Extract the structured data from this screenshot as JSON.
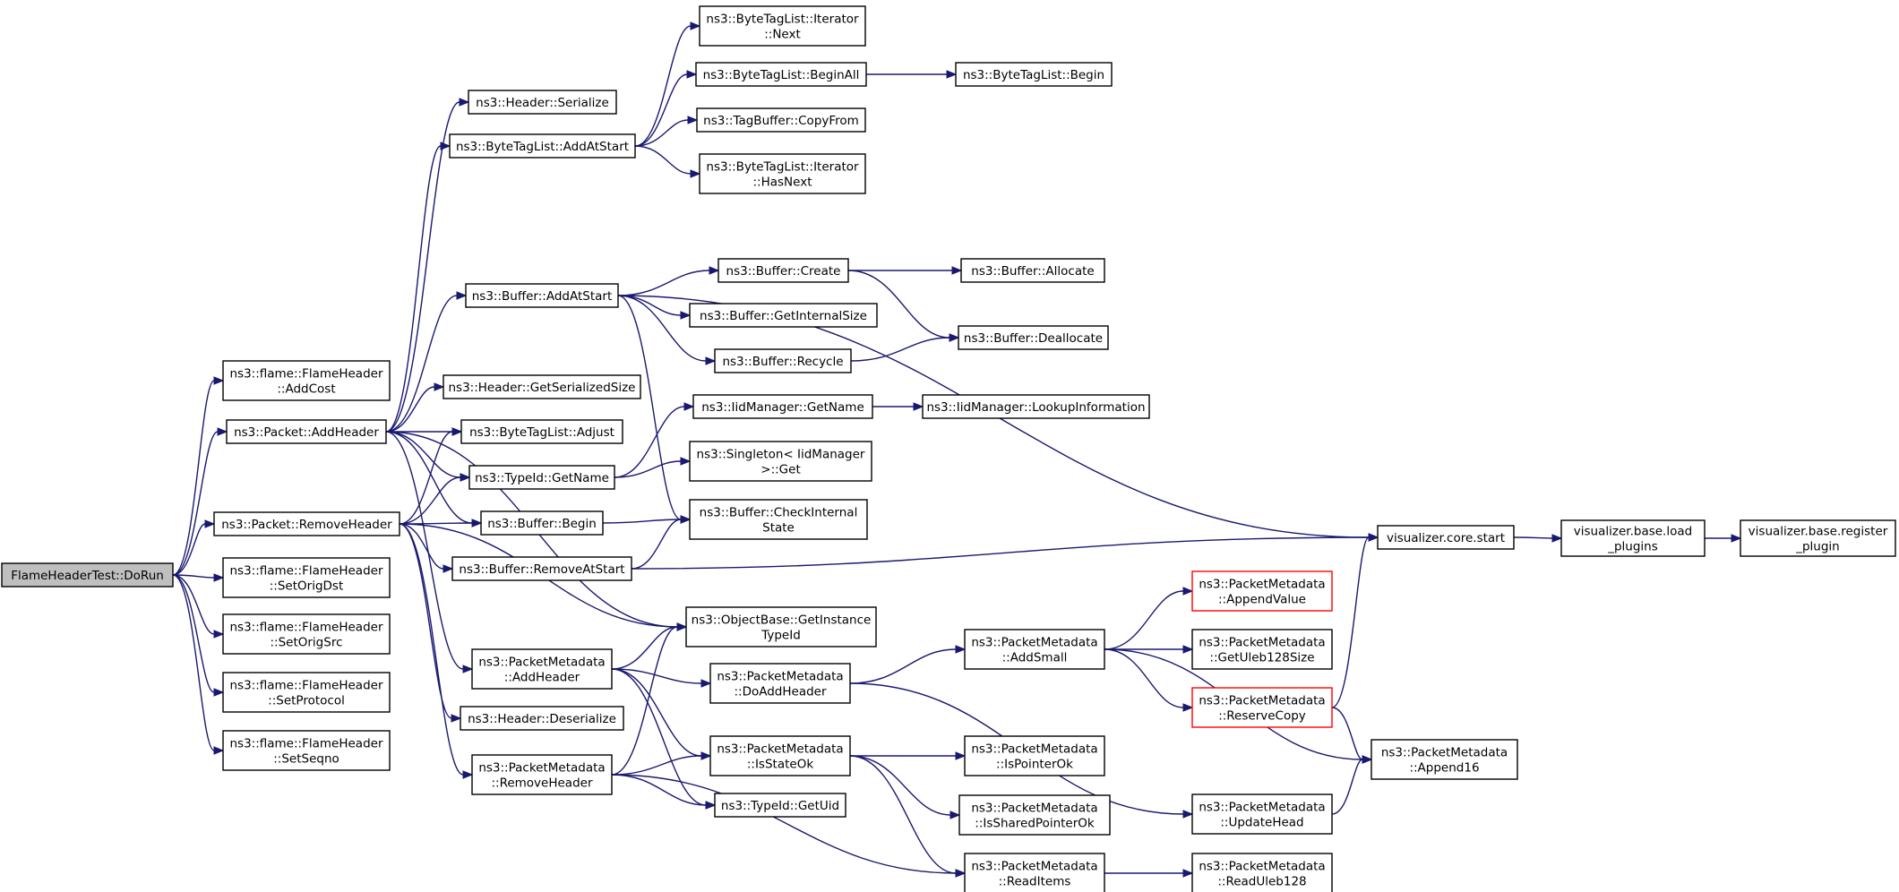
{
  "graph": {
    "colors": {
      "edge": "#191970",
      "node_border": "#000000",
      "root_fill": "#bfbfbf",
      "truncated_border": "#ff0000"
    },
    "nodes": [
      {
        "id": "doRun",
        "lines": [
          "FlameHeaderTest::DoRun"
        ],
        "root": true
      },
      {
        "id": "fhAddCost",
        "lines": [
          "ns3::flame::FlameHeader",
          "::AddCost"
        ]
      },
      {
        "id": "pktAddHeader",
        "lines": [
          "ns3::Packet::AddHeader"
        ]
      },
      {
        "id": "pktRemoveHeader",
        "lines": [
          "ns3::Packet::RemoveHeader"
        ]
      },
      {
        "id": "fhSetOrigDst",
        "lines": [
          "ns3::flame::FlameHeader",
          "::SetOrigDst"
        ]
      },
      {
        "id": "fhSetOrigSrc",
        "lines": [
          "ns3::flame::FlameHeader",
          "::SetOrigSrc"
        ]
      },
      {
        "id": "fhSetProtocol",
        "lines": [
          "ns3::flame::FlameHeader",
          "::SetProtocol"
        ]
      },
      {
        "id": "fhSetSeqno",
        "lines": [
          "ns3::flame::FlameHeader",
          "::SetSeqno"
        ]
      },
      {
        "id": "hdrSerialize",
        "lines": [
          "ns3::Header::Serialize"
        ]
      },
      {
        "id": "btlAddAtStart",
        "lines": [
          "ns3::ByteTagList::AddAtStart"
        ]
      },
      {
        "id": "bufAddAtStart",
        "lines": [
          "ns3::Buffer::AddAtStart"
        ]
      },
      {
        "id": "hdrGetSerializedSize",
        "lines": [
          "ns3::Header::GetSerializedSize"
        ]
      },
      {
        "id": "btlAdjust",
        "lines": [
          "ns3::ByteTagList::Adjust"
        ]
      },
      {
        "id": "tidGetName",
        "lines": [
          "ns3::TypeId::GetName"
        ]
      },
      {
        "id": "bufBegin",
        "lines": [
          "ns3::Buffer::Begin"
        ]
      },
      {
        "id": "bufRemoveAtStart",
        "lines": [
          "ns3::Buffer::RemoveAtStart"
        ]
      },
      {
        "id": "pmAddHeader",
        "lines": [
          "ns3::PacketMetadata",
          "::AddHeader"
        ]
      },
      {
        "id": "hdrDeserialize",
        "lines": [
          "ns3::Header::Deserialize"
        ]
      },
      {
        "id": "pmRemoveHeader",
        "lines": [
          "ns3::PacketMetadata",
          "::RemoveHeader"
        ]
      },
      {
        "id": "btlItNext",
        "lines": [
          "ns3::ByteTagList::Iterator",
          "::Next"
        ]
      },
      {
        "id": "btlBeginAll",
        "lines": [
          "ns3::ByteTagList::BeginAll"
        ]
      },
      {
        "id": "tbCopyFrom",
        "lines": [
          "ns3::TagBuffer::CopyFrom"
        ]
      },
      {
        "id": "btlItHasNext",
        "lines": [
          "ns3::ByteTagList::Iterator",
          "::HasNext"
        ]
      },
      {
        "id": "btlBegin",
        "lines": [
          "ns3::ByteTagList::Begin"
        ]
      },
      {
        "id": "bufCreate",
        "lines": [
          "ns3::Buffer::Create"
        ]
      },
      {
        "id": "bufGetInternalSize",
        "lines": [
          "ns3::Buffer::GetInternalSize"
        ]
      },
      {
        "id": "bufRecycle",
        "lines": [
          "ns3::Buffer::Recycle"
        ]
      },
      {
        "id": "bufAllocate",
        "lines": [
          "ns3::Buffer::Allocate"
        ]
      },
      {
        "id": "bufDeallocate",
        "lines": [
          "ns3::Buffer::Deallocate"
        ]
      },
      {
        "id": "iidGetName",
        "lines": [
          "ns3::IidManager::GetName"
        ]
      },
      {
        "id": "iidLookup",
        "lines": [
          "ns3::IidManager::LookupInformation"
        ]
      },
      {
        "id": "singletonGet",
        "lines": [
          "ns3::Singleton< IidManager",
          ">::Get"
        ]
      },
      {
        "id": "bufCheckInternalState",
        "lines": [
          "ns3::Buffer::CheckInternal",
          "State"
        ]
      },
      {
        "id": "objGetInstanceTypeId",
        "lines": [
          "ns3::ObjectBase::GetInstance",
          "TypeId"
        ]
      },
      {
        "id": "pmDoAddHeader",
        "lines": [
          "ns3::PacketMetadata",
          "::DoAddHeader"
        ]
      },
      {
        "id": "pmIsStateOk",
        "lines": [
          "ns3::PacketMetadata",
          "::IsStateOk"
        ]
      },
      {
        "id": "tidGetUid",
        "lines": [
          "ns3::TypeId::GetUid"
        ]
      },
      {
        "id": "pmAddSmall",
        "lines": [
          "ns3::PacketMetadata",
          "::AddSmall"
        ]
      },
      {
        "id": "pmIsPointerOk",
        "lines": [
          "ns3::PacketMetadata",
          "::IsPointerOk"
        ]
      },
      {
        "id": "pmIsSharedPointerOk",
        "lines": [
          "ns3::PacketMetadata",
          "::IsSharedPointerOk"
        ]
      },
      {
        "id": "pmReadItems",
        "lines": [
          "ns3::PacketMetadata",
          "::ReadItems"
        ]
      },
      {
        "id": "pmAppendValue",
        "lines": [
          "ns3::PacketMetadata",
          "::AppendValue"
        ],
        "truncated": true
      },
      {
        "id": "pmGetUleb128Size",
        "lines": [
          "ns3::PacketMetadata",
          "::GetUleb128Size"
        ]
      },
      {
        "id": "pmReserveCopy",
        "lines": [
          "ns3::PacketMetadata",
          "::ReserveCopy"
        ],
        "truncated": true
      },
      {
        "id": "pmUpdateHead",
        "lines": [
          "ns3::PacketMetadata",
          "::UpdateHead"
        ]
      },
      {
        "id": "pmReadUleb128",
        "lines": [
          "ns3::PacketMetadata",
          "::ReadUleb128"
        ]
      },
      {
        "id": "pmAppend16",
        "lines": [
          "ns3::PacketMetadata",
          "::Append16"
        ]
      },
      {
        "id": "vizCoreStart",
        "lines": [
          "visualizer.core.start"
        ]
      },
      {
        "id": "vizBaseLoadPlugins",
        "lines": [
          "visualizer.base.load",
          "_plugins"
        ]
      },
      {
        "id": "vizBaseRegisterPlugin",
        "lines": [
          "visualizer.base.register",
          "_plugin"
        ]
      }
    ],
    "edges": [
      [
        "doRun",
        "fhAddCost"
      ],
      [
        "doRun",
        "pktAddHeader"
      ],
      [
        "doRun",
        "pktRemoveHeader"
      ],
      [
        "doRun",
        "fhSetOrigDst"
      ],
      [
        "doRun",
        "fhSetOrigSrc"
      ],
      [
        "doRun",
        "fhSetProtocol"
      ],
      [
        "doRun",
        "fhSetSeqno"
      ],
      [
        "pktAddHeader",
        "hdrSerialize"
      ],
      [
        "pktAddHeader",
        "btlAddAtStart"
      ],
      [
        "pktAddHeader",
        "bufAddAtStart"
      ],
      [
        "pktAddHeader",
        "hdrGetSerializedSize"
      ],
      [
        "pktAddHeader",
        "btlAdjust"
      ],
      [
        "pktAddHeader",
        "tidGetName"
      ],
      [
        "pktAddHeader",
        "bufBegin"
      ],
      [
        "pktAddHeader",
        "pmAddHeader"
      ],
      [
        "pktAddHeader",
        "objGetInstanceTypeId"
      ],
      [
        "pktRemoveHeader",
        "btlAdjust"
      ],
      [
        "pktRemoveHeader",
        "tidGetName"
      ],
      [
        "pktRemoveHeader",
        "bufBegin"
      ],
      [
        "pktRemoveHeader",
        "bufRemoveAtStart"
      ],
      [
        "pktRemoveHeader",
        "objGetInstanceTypeId"
      ],
      [
        "pktRemoveHeader",
        "hdrDeserialize"
      ],
      [
        "pktRemoveHeader",
        "pmRemoveHeader"
      ],
      [
        "btlAddAtStart",
        "btlItNext"
      ],
      [
        "btlAddAtStart",
        "btlBeginAll"
      ],
      [
        "btlAddAtStart",
        "tbCopyFrom"
      ],
      [
        "btlAddAtStart",
        "btlItHasNext"
      ],
      [
        "btlBeginAll",
        "btlBegin"
      ],
      [
        "bufAddAtStart",
        "bufCreate"
      ],
      [
        "bufAddAtStart",
        "bufGetInternalSize"
      ],
      [
        "bufAddAtStart",
        "bufRecycle"
      ],
      [
        "bufAddAtStart",
        "bufCheckInternalState"
      ],
      [
        "bufAddAtStart",
        "vizCoreStart"
      ],
      [
        "bufCreate",
        "bufAllocate"
      ],
      [
        "bufCreate",
        "bufDeallocate"
      ],
      [
        "bufRecycle",
        "bufDeallocate"
      ],
      [
        "tidGetName",
        "iidGetName"
      ],
      [
        "tidGetName",
        "singletonGet"
      ],
      [
        "iidGetName",
        "iidLookup"
      ],
      [
        "bufBegin",
        "bufCheckInternalState"
      ],
      [
        "bufRemoveAtStart",
        "bufCheckInternalState"
      ],
      [
        "bufRemoveAtStart",
        "vizCoreStart"
      ],
      [
        "pmAddHeader",
        "objGetInstanceTypeId"
      ],
      [
        "pmAddHeader",
        "pmDoAddHeader"
      ],
      [
        "pmAddHeader",
        "pmIsStateOk"
      ],
      [
        "pmAddHeader",
        "tidGetUid"
      ],
      [
        "pmRemoveHeader",
        "objGetInstanceTypeId"
      ],
      [
        "pmRemoveHeader",
        "pmIsStateOk"
      ],
      [
        "pmRemoveHeader",
        "tidGetUid"
      ],
      [
        "pmRemoveHeader",
        "pmReadItems"
      ],
      [
        "pmDoAddHeader",
        "pmAddSmall"
      ],
      [
        "pmDoAddHeader",
        "pmUpdateHead"
      ],
      [
        "pmIsStateOk",
        "pmIsPointerOk"
      ],
      [
        "pmIsStateOk",
        "pmIsSharedPointerOk"
      ],
      [
        "pmIsStateOk",
        "pmReadItems"
      ],
      [
        "pmAddSmall",
        "pmAppendValue"
      ],
      [
        "pmAddSmall",
        "pmGetUleb128Size"
      ],
      [
        "pmAddSmall",
        "pmReserveCopy"
      ],
      [
        "pmAddSmall",
        "pmAppend16"
      ],
      [
        "pmReserveCopy",
        "vizCoreStart"
      ],
      [
        "pmReserveCopy",
        "pmAppend16"
      ],
      [
        "pmUpdateHead",
        "pmAppend16"
      ],
      [
        "pmReadItems",
        "pmReadUleb128"
      ],
      [
        "vizCoreStart",
        "vizBaseLoadPlugins"
      ],
      [
        "vizBaseLoadPlugins",
        "vizBaseRegisterPlugin"
      ]
    ]
  }
}
